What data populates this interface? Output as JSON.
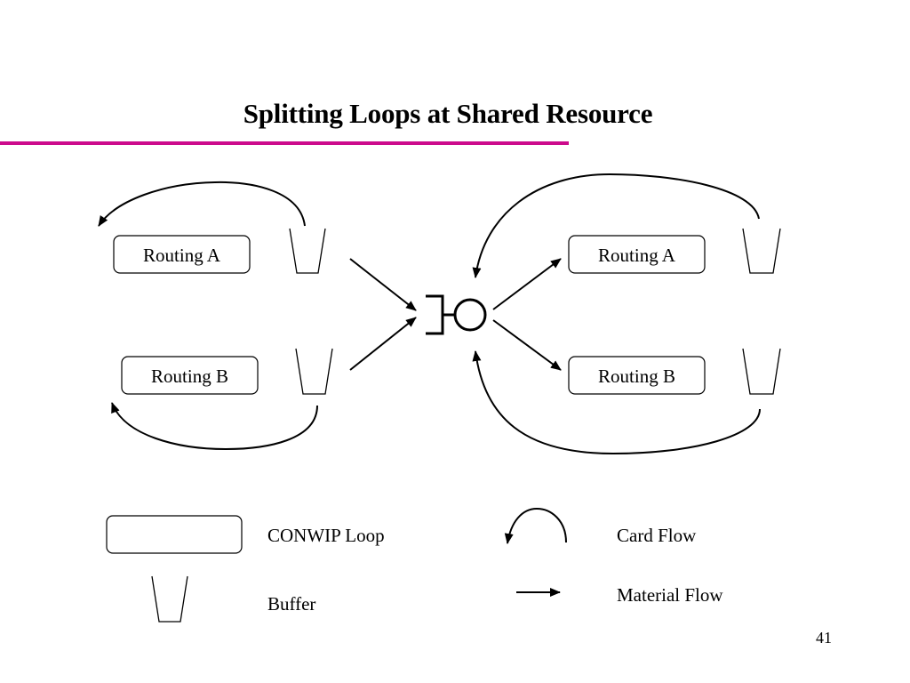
{
  "title": "Splitting Loops at Shared Resource",
  "colors": {
    "accent_rule": "#cc0a8c",
    "ink": "#000000"
  },
  "left_group": {
    "routing_a_label": "Routing A",
    "routing_b_label": "Routing B"
  },
  "right_group": {
    "routing_a_label": "Routing A",
    "routing_b_label": "Routing B"
  },
  "shared_resource_icon": "shared-station-icon",
  "legend": {
    "conwip_loop": "CONWIP Loop",
    "buffer": "Buffer",
    "card_flow": "Card Flow",
    "material_flow": "Material Flow"
  },
  "page_number": "41"
}
